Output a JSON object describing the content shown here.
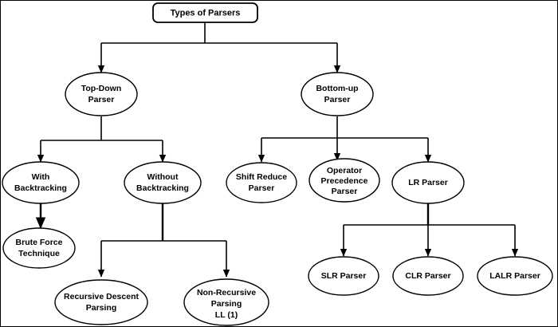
{
  "diagram": {
    "title": "Types of Parsers",
    "type": "tree-diagram",
    "background_color": "#ffffff",
    "line_color": "#000000",
    "text_color": "#000000",
    "root": {
      "id": "types-of-parsers",
      "shape": "rounded-rectangle",
      "lines": [
        "Types of Parsers"
      ]
    },
    "nodes": [
      {
        "id": "top-down-parser",
        "shape": "ellipse",
        "lines": [
          "Top-Down",
          "Parser"
        ]
      },
      {
        "id": "bottom-up-parser",
        "shape": "ellipse",
        "lines": [
          "Bottom-up",
          "Parser"
        ]
      },
      {
        "id": "with-backtracking",
        "shape": "ellipse",
        "lines": [
          "With",
          "Backtracking"
        ]
      },
      {
        "id": "without-backtracking",
        "shape": "ellipse",
        "lines": [
          "Without",
          "Backtracking"
        ]
      },
      {
        "id": "shift-reduce-parser",
        "shape": "ellipse",
        "lines": [
          "Shift Reduce",
          "Parser"
        ]
      },
      {
        "id": "operator-precedence-parser",
        "shape": "ellipse",
        "lines": [
          "Operator",
          "Precedence",
          "Parser"
        ]
      },
      {
        "id": "lr-parser",
        "shape": "ellipse",
        "lines": [
          "LR Parser"
        ]
      },
      {
        "id": "brute-force-technique",
        "shape": "ellipse",
        "lines": [
          "Brute Force",
          "Technique"
        ]
      },
      {
        "id": "recursive-descent-parsing",
        "shape": "ellipse",
        "lines": [
          "Recursive Descent",
          "Parsing"
        ]
      },
      {
        "id": "non-recursive-parsing",
        "shape": "ellipse",
        "lines": [
          "Non-Recursive",
          "Parsing",
          "LL (1)"
        ]
      },
      {
        "id": "slr-parser",
        "shape": "ellipse",
        "lines": [
          "SLR Parser"
        ]
      },
      {
        "id": "clr-parser",
        "shape": "ellipse",
        "lines": [
          "CLR Parser"
        ]
      },
      {
        "id": "lalr-parser",
        "shape": "ellipse",
        "lines": [
          "LALR Parser"
        ]
      }
    ],
    "edges": [
      {
        "from": "types-of-parsers",
        "to": "top-down-parser"
      },
      {
        "from": "types-of-parsers",
        "to": "bottom-up-parser"
      },
      {
        "from": "top-down-parser",
        "to": "with-backtracking"
      },
      {
        "from": "top-down-parser",
        "to": "without-backtracking"
      },
      {
        "from": "bottom-up-parser",
        "to": "shift-reduce-parser"
      },
      {
        "from": "bottom-up-parser",
        "to": "operator-precedence-parser"
      },
      {
        "from": "bottom-up-parser",
        "to": "lr-parser"
      },
      {
        "from": "with-backtracking",
        "to": "brute-force-technique"
      },
      {
        "from": "without-backtracking",
        "to": "recursive-descent-parsing"
      },
      {
        "from": "without-backtracking",
        "to": "non-recursive-parsing"
      },
      {
        "from": "lr-parser",
        "to": "slr-parser"
      },
      {
        "from": "lr-parser",
        "to": "clr-parser"
      },
      {
        "from": "lr-parser",
        "to": "lalr-parser"
      }
    ],
    "labels": {
      "root_line_1": "Types of Parsers",
      "top_down_line_1": "Top-Down",
      "top_down_line_2": "Parser",
      "bottom_up_line_1": "Bottom-up",
      "bottom_up_line_2": "Parser",
      "with_bt_line_1": "With",
      "with_bt_line_2": "Backtracking",
      "without_bt_line_1": "Without",
      "without_bt_line_2": "Backtracking",
      "shift_reduce_line_1": "Shift Reduce",
      "shift_reduce_line_2": "Parser",
      "operator_prec_line_1": "Operator",
      "operator_prec_line_2": "Precedence",
      "operator_prec_line_3": "Parser",
      "lr_line_1": "LR Parser",
      "brute_force_line_1": "Brute Force",
      "brute_force_line_2": "Technique",
      "recursive_descent_line_1": "Recursive Descent",
      "recursive_descent_line_2": "Parsing",
      "non_recursive_line_1": "Non-Recursive",
      "non_recursive_line_2": "Parsing",
      "non_recursive_line_3": "LL (1)",
      "slr_line_1": "SLR Parser",
      "clr_line_1": "CLR Parser",
      "lalr_line_1": "LALR Parser"
    }
  }
}
